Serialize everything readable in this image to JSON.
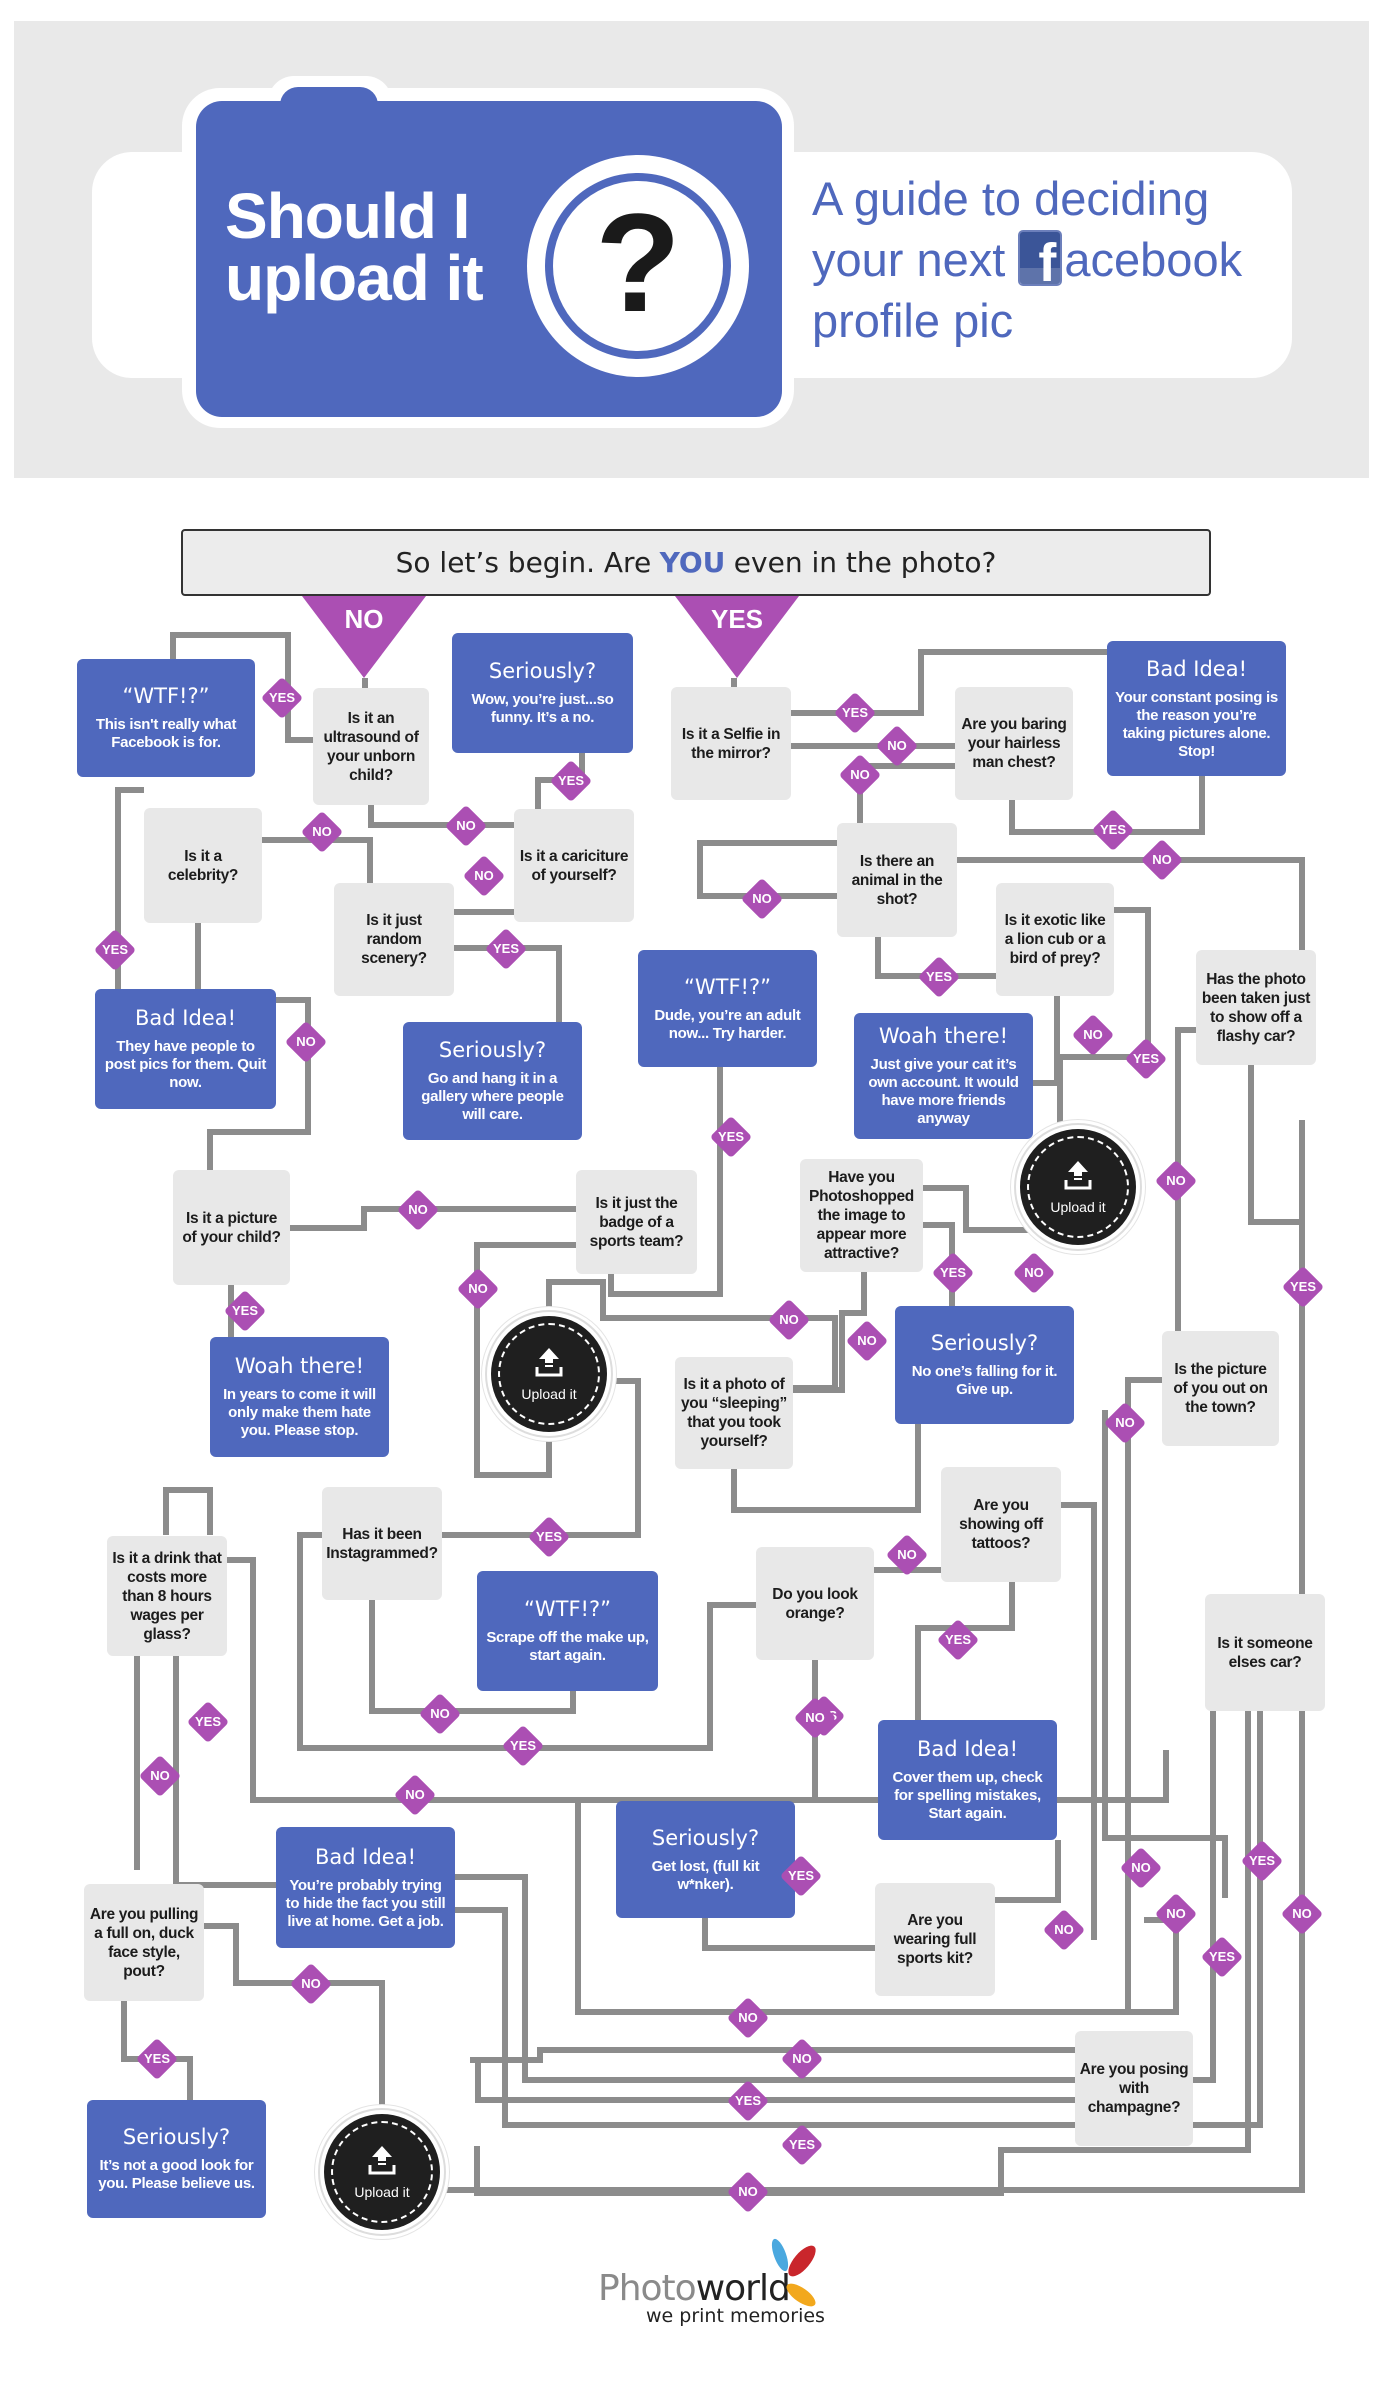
{
  "header": {
    "title_line1": "Should I",
    "title_line2": "upload it",
    "lens_glyph": "?",
    "subtitle_line1": "A guide to deciding",
    "subtitle_line2_prefix": "your next",
    "subtitle_fb_letter": "f",
    "subtitle_line2_suffix": "acebook",
    "subtitle_line3": "profile pic"
  },
  "start": {
    "question_pre": "So let’s begin. Are",
    "question_emphasis": "YOU",
    "question_post": "even in the photo?",
    "no_label": "NO",
    "yes_label": "YES"
  },
  "colors": {
    "accent_blue": "#4f68bd",
    "badge_purple": "#ab4fb3",
    "question_grey": "#e8e8e8",
    "line_grey": "#8c8c8c",
    "upload_black": "#1f1f1f"
  },
  "nodes": [
    {
      "id": "wtf-facebook",
      "kind": "result",
      "title": "“WTF!?”",
      "body": "This isn't really what Facebook is for."
    },
    {
      "id": "ultrasound",
      "kind": "question",
      "text": "Is it an ultrasound of your unborn child?"
    },
    {
      "id": "seriously-funny",
      "kind": "result",
      "title": "Seriously?",
      "body": "Wow, you’re just...so funny. It’s a no."
    },
    {
      "id": "celebrity",
      "kind": "question",
      "text": "Is it a celebrity?"
    },
    {
      "id": "scenery",
      "kind": "question",
      "text": "Is it just random scenery?"
    },
    {
      "id": "caricature",
      "kind": "question",
      "text": "Is it a cariciture of yourself?"
    },
    {
      "id": "bad-celebrity",
      "kind": "result",
      "title": "Bad Idea!",
      "body": "They have people to post pics for them. Quit now."
    },
    {
      "id": "seriously-gallery",
      "kind": "result",
      "title": "Seriously?",
      "body": "Go and hang it in a gallery where people will care."
    },
    {
      "id": "wtf-adult",
      "kind": "result",
      "title": "“WTF!?”",
      "body": "Dude, you’re an adult now... Try harder."
    },
    {
      "id": "selfie",
      "kind": "question",
      "text": "Is it a Selfie in the mirror?"
    },
    {
      "id": "chest",
      "kind": "question",
      "text": "Are you baring your hairless man chest?"
    },
    {
      "id": "bad-posing",
      "kind": "result",
      "title": "Bad Idea!",
      "body": "Your constant posing is the reason you’re taking pictures alone. Stop!"
    },
    {
      "id": "animal",
      "kind": "question",
      "text": "Is there an animal in the shot?"
    },
    {
      "id": "exotic",
      "kind": "question",
      "text": "Is it exotic like a lion cub or a bird of prey?"
    },
    {
      "id": "woah-cat",
      "kind": "result",
      "title": "Woah there!",
      "body": "Just give your cat it’s own account. It would have more friends anyway"
    },
    {
      "id": "flashy-car",
      "kind": "question",
      "text": "Has the photo been taken just to show off a flashy car?"
    },
    {
      "id": "child",
      "kind": "question",
      "text": "Is it a picture of your child?"
    },
    {
      "id": "sports-badge",
      "kind": "question",
      "text": "Is it just the badge of a sports team?"
    },
    {
      "id": "photoshopped",
      "kind": "question",
      "text": "Have you Photoshopped the image to appear more attractive?"
    },
    {
      "id": "woah-child",
      "kind": "result",
      "title": "Woah there!",
      "body": "In years to come it will only make them hate you. Please stop."
    },
    {
      "id": "seriously-falling",
      "kind": "result",
      "title": "Seriously?",
      "body": "No one’s falling for it. Give up."
    },
    {
      "id": "sleeping",
      "kind": "question",
      "text": "Is it a photo of you “sleeping” that you took yourself?"
    },
    {
      "id": "town",
      "kind": "question",
      "text": "Is the picture of you out on the town?"
    },
    {
      "id": "instagram",
      "kind": "question",
      "text": "Has it been Instagrammed?"
    },
    {
      "id": "drink",
      "kind": "question",
      "text": "Is it a drink that costs more than 8 hours wages per glass?"
    },
    {
      "id": "wtf-makeup",
      "kind": "result",
      "title": "“WTF!?”",
      "body": "Scrape off the make up, start again."
    },
    {
      "id": "tattoos",
      "kind": "question",
      "text": "Are you showing off tattoos?"
    },
    {
      "id": "orange",
      "kind": "question",
      "text": "Do you look orange?"
    },
    {
      "id": "someone-car",
      "kind": "question",
      "text": "Is it someone elses car?"
    },
    {
      "id": "bad-tattoos",
      "kind": "result",
      "title": "Bad Idea!",
      "body": "Cover them up, check for spelling mistakes, Start again."
    },
    {
      "id": "seriously-kit",
      "kind": "result",
      "title": "Seriously?",
      "body": "Get lost, (full kit w*nker)."
    },
    {
      "id": "bad-home",
      "kind": "result",
      "title": "Bad Idea!",
      "body": "You’re probably trying to hide the fact you still live at home. Get a job."
    },
    {
      "id": "duck-face",
      "kind": "question",
      "text": "Are you pulling a full on, duck face style, pout?"
    },
    {
      "id": "sports-kit",
      "kind": "question",
      "text": "Are you wearing full sports kit?"
    },
    {
      "id": "champagne",
      "kind": "question",
      "text": "Are you posing with champagne?"
    },
    {
      "id": "seriously-look",
      "kind": "result",
      "title": "Seriously?",
      "body": "It’s not a good look for you. Please believe us."
    }
  ],
  "upload": {
    "label": "Upload it",
    "icon": "upload-icon",
    "count": 3
  },
  "badges": [
    "YES",
    "NO"
  ],
  "footer": {
    "brand_light": "Photo",
    "brand_dark": "world",
    "tagline": "we print memories",
    "petal_colors": [
      "#4aa8df",
      "#c9262c",
      "#f2a81d"
    ]
  }
}
